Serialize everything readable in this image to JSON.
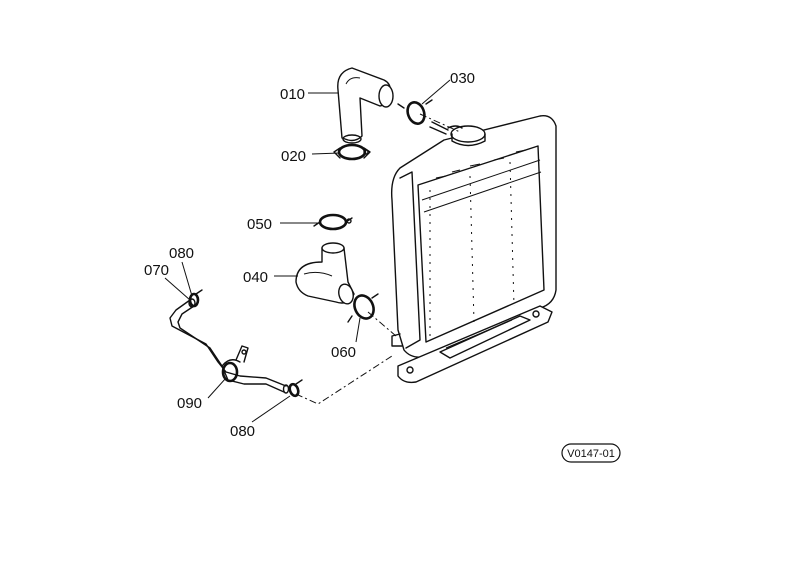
{
  "diagram": {
    "callouts": {
      "p010": "010",
      "p020": "020",
      "p030": "030",
      "p040": "040",
      "p050": "050",
      "p060": "060",
      "p070": "070",
      "p080_top": "080",
      "p080_bottom": "080",
      "p090": "090"
    },
    "reference_code": "V0147-01"
  }
}
